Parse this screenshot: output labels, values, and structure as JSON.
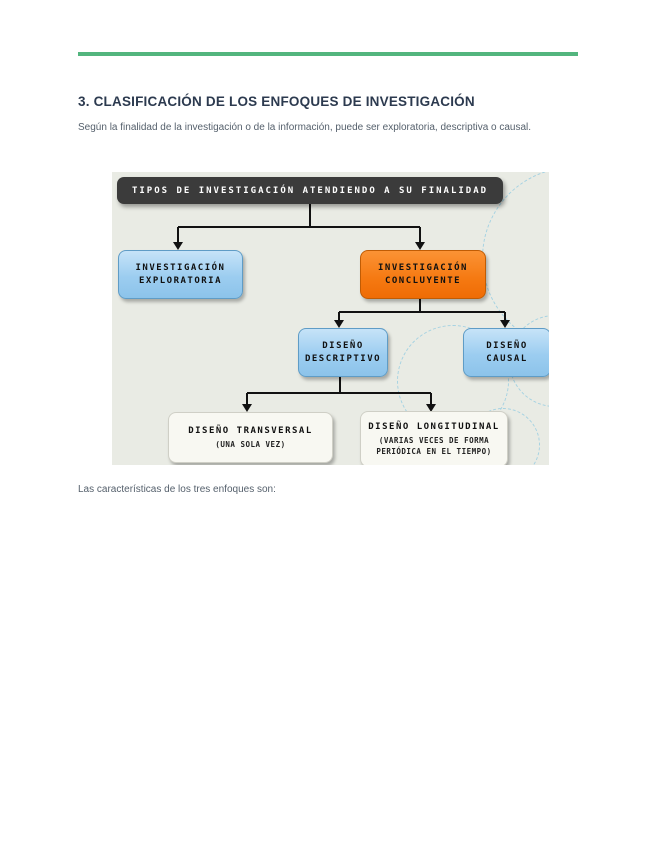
{
  "page": {
    "heading": "3. CLASIFICACIÓN DE LOS ENFOQUES DE INVESTIGACIÓN",
    "intro": "Según la finalidad de la investigación o de la información, puede ser exploratoria, descriptiva o causal.",
    "closing": "Las características de los tres enfoques son:"
  },
  "colors": {
    "accent_rule": "#53b57e",
    "heading_text": "#2c3a4f",
    "body_text": "#55606c",
    "diagram_background": "#e9ebe4",
    "title_box": "#3b3b3b",
    "blue_node": "#9ccdf0",
    "orange_node": "#f57911",
    "white_node": "#f8f8f2",
    "connector": "#111111",
    "circle_outline": "#a5d2e2"
  },
  "diagram": {
    "title": "Tipos de investigación atendiendo a su finalidad",
    "nodes": {
      "exploratoria": {
        "label": "Investigación exploratoria"
      },
      "concluyente": {
        "label": "Investigación concluyente"
      },
      "descriptivo": {
        "label": "Diseño descriptivo"
      },
      "causal": {
        "label": "Diseño causal"
      },
      "transversal": {
        "label": "Diseño transversal",
        "note": "(una sola vez)"
      },
      "longitudinal": {
        "label": "Diseño longitudinal",
        "note": "(varias veces de forma periódica en el tiempo)"
      }
    }
  }
}
